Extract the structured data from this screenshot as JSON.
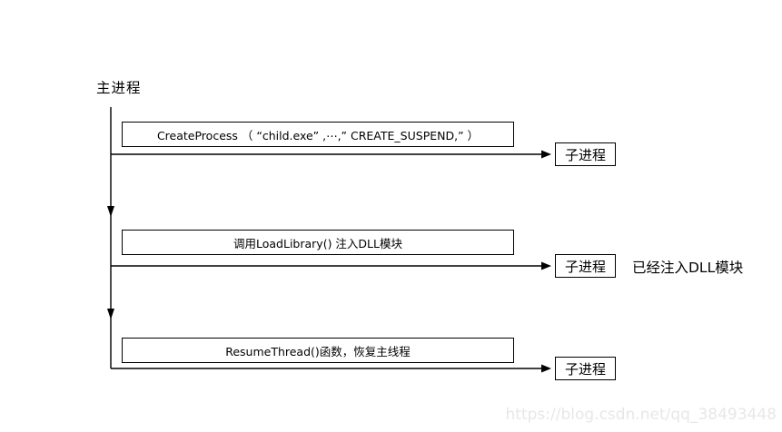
{
  "page": {
    "background_color": "#ffffff",
    "line_color": "#000000",
    "watermark_color": "#e7e7e7"
  },
  "diagram": {
    "main_process_label": "主进程",
    "child_process_label": "子进程",
    "steps": [
      {
        "box_label": "CreateProcess （ “child.exe” ,⋯,” CREATE_SUSPEND,” ）",
        "note": ""
      },
      {
        "box_label": "调用LoadLibrary() 注入DLL模块",
        "note": "已经注入DLL模块"
      },
      {
        "box_label": "ResumeThread()函数，恢复主线程",
        "note": ""
      }
    ],
    "watermark": "https://blog.csdn.net/qq_38493448"
  }
}
